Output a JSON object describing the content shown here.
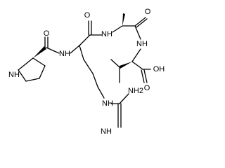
{
  "molecule": {
    "labels": {
      "pro_o": "O",
      "pro_nh": "NH",
      "pro_ring_nh": "NH",
      "arg_o": "O",
      "arg_nh": "NH",
      "guan_nh": "NH",
      "guan_nh2": "NH2",
      "guan_imine": "NH",
      "ala_o": "O",
      "ala_nh": "NH",
      "val_oh": "OH",
      "val_o": "O"
    },
    "colors": {
      "bond": "#000000",
      "label": "#000000",
      "background": "#ffffff"
    }
  }
}
